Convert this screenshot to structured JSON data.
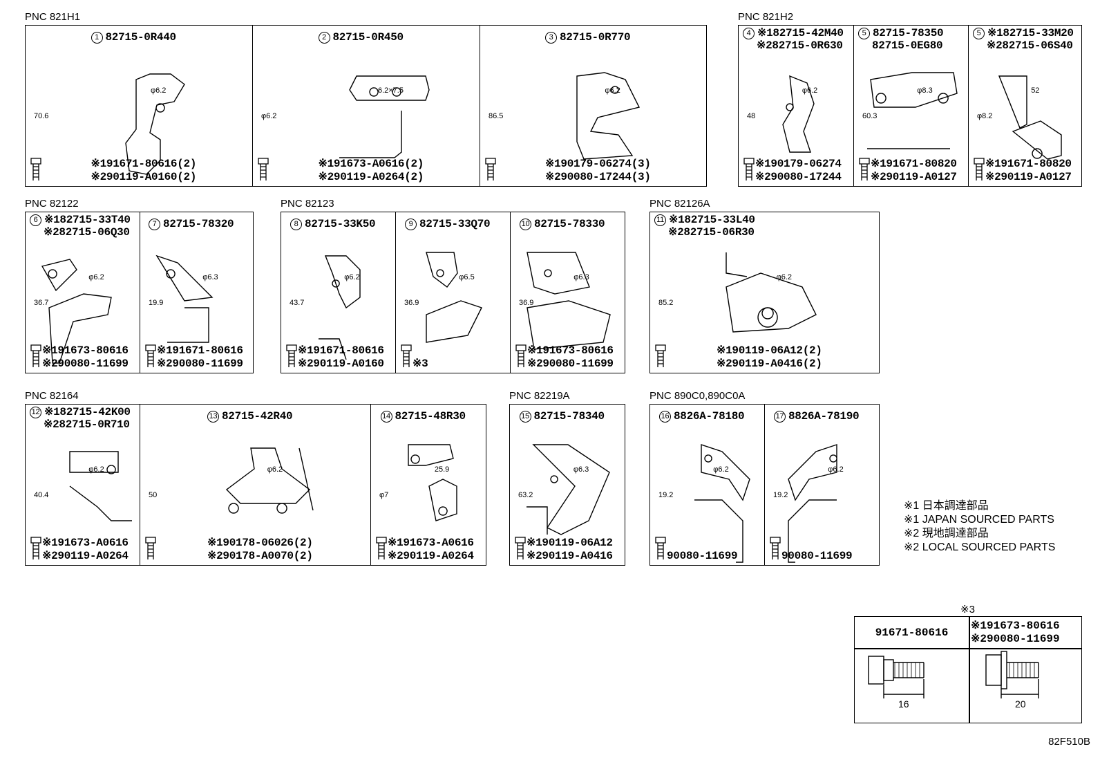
{
  "groups": [
    {
      "pnc": "PNC 821H1",
      "cells": [
        {
          "num": "1",
          "part": [
            "82715-0R440"
          ],
          "hw": [
            "※191671-80616(2)",
            "※290119-A0160(2)"
          ],
          "dims": [
            "φ6.2",
            "70.6"
          ]
        },
        {
          "num": "2",
          "part": [
            "82715-0R450"
          ],
          "hw": [
            "※191673-A0616(2)",
            "※290119-A0264(2)"
          ],
          "dims": [
            "6.2×7.5",
            "φ6.2"
          ]
        },
        {
          "num": "3",
          "part": [
            "82715-0R770"
          ],
          "hw": [
            "※190179-06274(3)",
            "※290080-17244(3)"
          ],
          "dims": [
            "φ6.2",
            "86.5"
          ]
        }
      ]
    },
    {
      "pnc": "PNC 821H2",
      "cells": [
        {
          "num": "4",
          "part": [
            "※182715-42M40",
            "※282715-0R630"
          ],
          "hw": [
            "※190179-06274",
            "※290080-17244"
          ],
          "dims": [
            "φ6.2",
            "48"
          ]
        },
        {
          "num": "5",
          "part": [
            "82715-78350",
            "82715-0EG80"
          ],
          "hw": [
            "※191671-80820",
            "※290119-A0127"
          ],
          "dims": [
            "φ8.3",
            "60.3"
          ]
        },
        {
          "num": "5",
          "part": [
            "※182715-33M20",
            "※282715-06S40"
          ],
          "hw": [
            "※191671-80820",
            "※290119-A0127"
          ],
          "dims": [
            "52",
            "φ8.2"
          ]
        }
      ]
    },
    {
      "pnc": "PNC 82122",
      "cells": [
        {
          "num": "6",
          "part": [
            "※182715-33T40",
            "※282715-06Q30"
          ],
          "hw": [
            "※191673-80616",
            "※290080-11699"
          ],
          "dims": [
            "φ6.2",
            "36.7"
          ]
        },
        {
          "num": "7",
          "part": [
            "82715-78320"
          ],
          "hw": [
            "※191671-80616",
            "※290080-11699"
          ],
          "dims": [
            "φ6.3",
            "19.9"
          ]
        }
      ]
    },
    {
      "pnc": "PNC 82123",
      "cells": [
        {
          "num": "8",
          "part": [
            "82715-33K50"
          ],
          "hw": [
            "※191671-80616",
            "※290119-A0160"
          ],
          "dims": [
            "φ6.2",
            "43.7"
          ]
        },
        {
          "num": "9",
          "part": [
            "82715-33Q70"
          ],
          "hw": [
            "",
            "※3"
          ],
          "dims": [
            "φ6.5",
            "36.9"
          ]
        },
        {
          "num": "10",
          "part": [
            "82715-78330"
          ],
          "hw": [
            "※191673-80616",
            "※290080-11699"
          ],
          "dims": [
            "φ6.3",
            "36.9"
          ]
        }
      ]
    },
    {
      "pnc": "PNC 82126A",
      "cells": [
        {
          "num": "11",
          "part": [
            "※182715-33L40",
            "※282715-06R30"
          ],
          "hw": [
            "※190119-06A12(2)",
            "※290119-A0416(2)"
          ],
          "dims": [
            "φ6.2",
            "85.2"
          ]
        }
      ]
    },
    {
      "pnc": "PNC 82164",
      "cells": [
        {
          "num": "12",
          "part": [
            "※182715-42K00",
            "※282715-0R710"
          ],
          "hw": [
            "※191673-A0616",
            "※290119-A0264"
          ],
          "dims": [
            "φ6.2",
            "40.4"
          ]
        },
        {
          "num": "13",
          "part": [
            "82715-42R40"
          ],
          "hw": [
            "※190178-06026(2)",
            "※290178-A0070(2)"
          ],
          "dims": [
            "φ6.2",
            "50"
          ]
        },
        {
          "num": "14",
          "part": [
            "82715-48R30"
          ],
          "hw": [
            "※191673-A0616",
            "※290119-A0264"
          ],
          "dims": [
            "25.9",
            "φ7"
          ]
        }
      ]
    },
    {
      "pnc": "PNC 82219A",
      "cells": [
        {
          "num": "15",
          "part": [
            "82715-78340"
          ],
          "hw": [
            "※190119-06A12",
            "※290119-A0416"
          ],
          "dims": [
            "φ6.3",
            "63.2"
          ]
        }
      ]
    },
    {
      "pnc": "PNC 890C0,890C0A",
      "cells": [
        {
          "num": "16",
          "part": [
            "8826A-78180"
          ],
          "hw": [
            "",
            "90080-11699"
          ],
          "dims": [
            "φ6.2",
            "19.2"
          ]
        },
        {
          "num": "17",
          "part": [
            "8826A-78190"
          ],
          "hw": [
            "",
            "90080-11699"
          ],
          "dims": [
            "φ6.2",
            "19.2"
          ]
        }
      ]
    }
  ],
  "legend": [
    "※1 日本調達部品",
    "※1 JAPAN SOURCED PARTS",
    "※2 現地調達部品",
    "※2 LOCAL SOURCED PARTS"
  ],
  "note3": {
    "title": "※3",
    "col1_header": "91671-80616",
    "col2_header": [
      "※191673-80616",
      "※290080-11699"
    ],
    "col1_dim": "16",
    "col2_dim": "20"
  },
  "figure_code": "82F510B"
}
